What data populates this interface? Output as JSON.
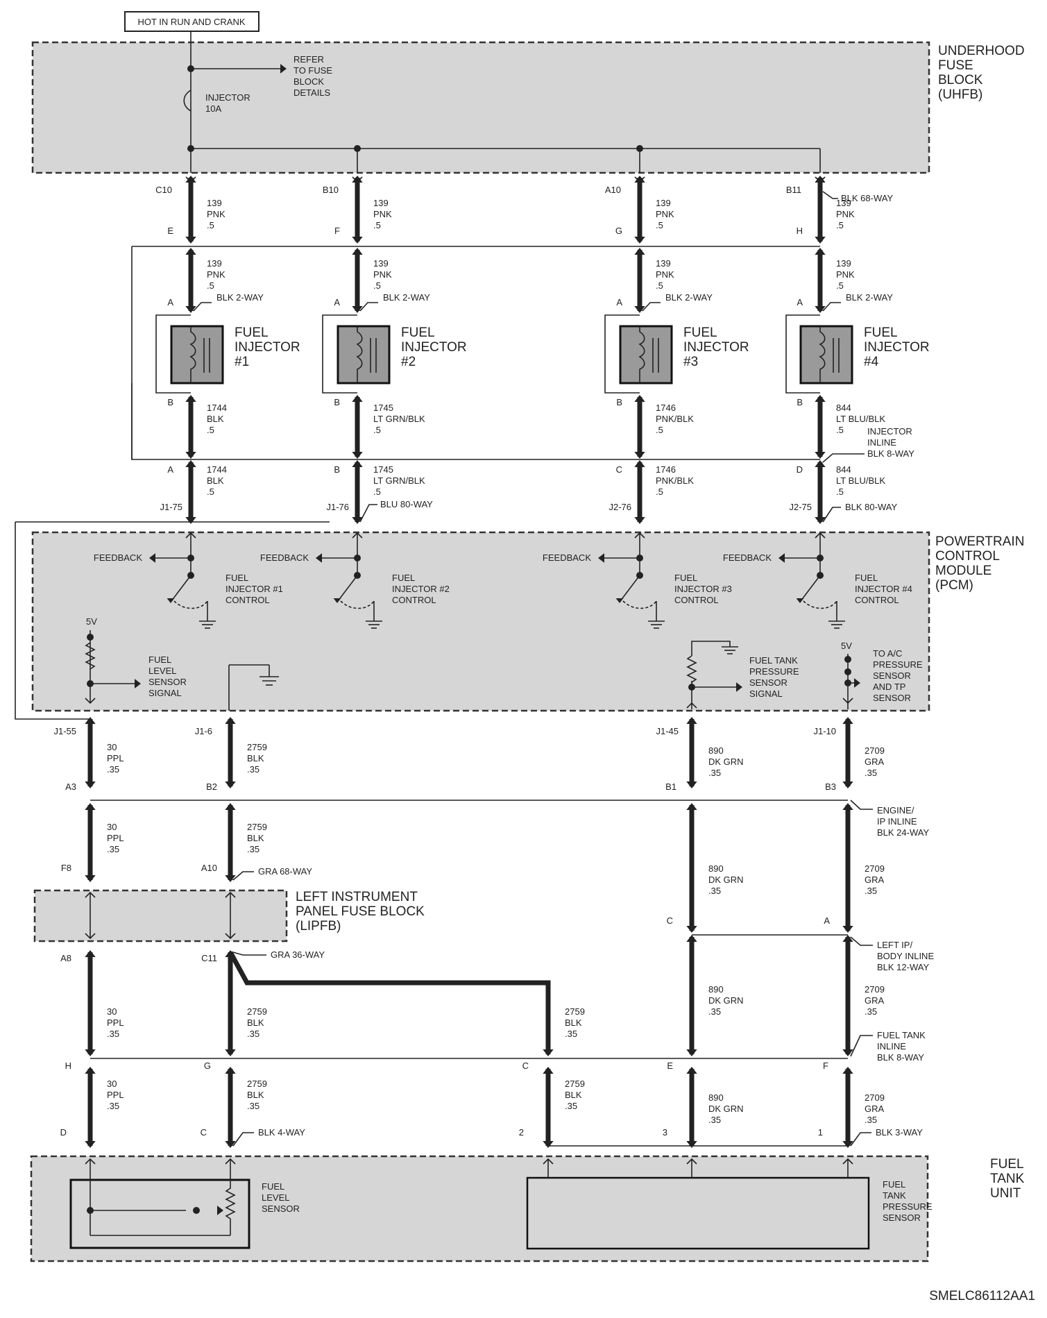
{
  "header": "HOT IN RUN AND CRANK",
  "footer_code": "SMELC86112AA1",
  "uhfb": {
    "label": [
      "UNDERHOOD",
      "FUSE",
      "BLOCK",
      "(UHFB)"
    ],
    "refer": [
      "REFER",
      "TO FUSE",
      "BLOCK",
      "DETAILS"
    ],
    "fuse": [
      "INJECTOR",
      "10A"
    ]
  },
  "connectors": {
    "blk68": "BLK 68-WAY",
    "blk2": "BLK 2-WAY",
    "inline8": [
      "INJECTOR",
      "INLINE",
      "BLK 8-WAY"
    ],
    "blu80": "BLU 80-WAY",
    "blk80": "BLK 80-WAY",
    "engine_ip": [
      "ENGINE/",
      "IP INLINE",
      "BLK 24-WAY"
    ],
    "gra68": "GRA 68-WAY",
    "gra36": "GRA 36-WAY",
    "left_ip_body": [
      "LEFT IP/",
      "BODY INLINE",
      "BLK 12-WAY"
    ],
    "fuel_tank_inline": [
      "FUEL TANK",
      "INLINE",
      "BLK 8-WAY"
    ],
    "blk4": "BLK 4-WAY",
    "blk3": "BLK 3-WAY"
  },
  "injectors": [
    {
      "title": [
        "FUEL",
        "INJECTOR",
        "#1"
      ],
      "pin_top": "C10",
      "pin_e": "E",
      "pin_a": "A",
      "pin_b": "B",
      "pin_inline": "A",
      "pin_pcm": "J1-75",
      "wire_top": [
        "139",
        "PNK",
        ".5"
      ],
      "wire_mid": [
        "139",
        "PNK",
        ".5"
      ],
      "wire_low": [
        "1744",
        "BLK",
        ".5"
      ],
      "wire_pcm": [
        "1744",
        "BLK",
        ".5"
      ],
      "feedback": "FEEDBACK",
      "control": [
        "FUEL",
        "INJECTOR #1",
        "CONTROL"
      ]
    },
    {
      "title": [
        "FUEL",
        "INJECTOR",
        "#2"
      ],
      "pin_top": "B10",
      "pin_e": "F",
      "pin_a": "A",
      "pin_b": "B",
      "pin_inline": "B",
      "pin_pcm": "J1-76",
      "wire_top": [
        "139",
        "PNK",
        ".5"
      ],
      "wire_mid": [
        "139",
        "PNK",
        ".5"
      ],
      "wire_low": [
        "1745",
        "LT GRN/BLK",
        ".5"
      ],
      "wire_pcm": [
        "1745",
        "LT GRN/BLK",
        ".5"
      ],
      "feedback": "FEEDBACK",
      "control": [
        "FUEL",
        "INJECTOR #2",
        "CONTROL"
      ]
    },
    {
      "title": [
        "FUEL",
        "INJECTOR",
        "#3"
      ],
      "pin_top": "A10",
      "pin_e": "G",
      "pin_a": "A",
      "pin_b": "B",
      "pin_inline": "C",
      "pin_pcm": "J2-76",
      "wire_top": [
        "139",
        "PNK",
        ".5"
      ],
      "wire_mid": [
        "139",
        "PNK",
        ".5"
      ],
      "wire_low": [
        "1746",
        "PNK/BLK",
        ".5"
      ],
      "wire_pcm": [
        "1746",
        "PNK/BLK",
        ".5"
      ],
      "feedback": "FEEDBACK",
      "control": [
        "FUEL",
        "INJECTOR #3",
        "CONTROL"
      ]
    },
    {
      "title": [
        "FUEL",
        "INJECTOR",
        "#4"
      ],
      "pin_top": "B11",
      "pin_e": "H",
      "pin_a": "A",
      "pin_b": "B",
      "pin_inline": "D",
      "pin_pcm": "J2-75",
      "wire_top": [
        "139",
        "PNK",
        ".5"
      ],
      "wire_mid": [
        "139",
        "PNK",
        ".5"
      ],
      "wire_low": [
        "844",
        "LT BLU/BLK",
        ".5"
      ],
      "wire_pcm": [
        "844",
        "LT BLU/BLK",
        ".5"
      ],
      "feedback": "FEEDBACK",
      "control": [
        "FUEL",
        "INJECTOR #4",
        "CONTROL"
      ]
    }
  ],
  "pcm": {
    "label": [
      "POWERTRAIN",
      "CONTROL",
      "MODULE",
      "(PCM)"
    ],
    "v5_left": "5V",
    "v5_right": "5V",
    "fuel_level_signal": [
      "FUEL",
      "LEVEL",
      "SENSOR",
      "SIGNAL"
    ],
    "tank_pressure_signal": [
      "FUEL TANK",
      "PRESSURE",
      "SENSOR",
      "SIGNAL"
    ],
    "to_ac": [
      "TO A/C",
      "PRESSURE",
      "SENSOR",
      "AND TP",
      "SENSOR"
    ]
  },
  "lower": {
    "c1": {
      "pin_pcm": "J1-55",
      "pin_a": "A3",
      "pin_f": "F8",
      "pin_lipfb": "A8",
      "pin_h": "H",
      "pin_d": "D",
      "wire": [
        "30",
        "PPL",
        ".35"
      ]
    },
    "c2": {
      "pin_pcm": "J1-6",
      "pin_b": "B2",
      "pin_a": "A10",
      "pin_lipfb": "C11",
      "pin_g": "G",
      "pin_c": "C",
      "wire": [
        "2759",
        "BLK",
        ".35"
      ]
    },
    "c3": {
      "pin_c": "C",
      "pin_2": "2",
      "wire": [
        "2759",
        "BLK",
        ".35"
      ]
    },
    "c4": {
      "pin_pcm": "J1-45",
      "pin_b": "B1",
      "pin_c": "C",
      "pin_e": "E",
      "pin_3": "3",
      "wire": [
        "890",
        "DK GRN",
        ".35"
      ]
    },
    "c5": {
      "pin_pcm": "J1-10",
      "pin_b": "B3",
      "pin_a": "A",
      "pin_f": "F",
      "pin_1": "1",
      "wire": [
        "2709",
        "GRA",
        ".35"
      ]
    }
  },
  "lipfb": {
    "label": [
      "LEFT INSTRUMENT",
      "PANEL FUSE BLOCK",
      "(LIPFB)"
    ]
  },
  "tank": {
    "label": [
      "FUEL",
      "TANK",
      "UNIT"
    ],
    "level_sensor": [
      "FUEL",
      "LEVEL",
      "SENSOR"
    ],
    "pressure_sensor": [
      "FUEL",
      "TANK",
      "PRESSURE",
      "SENSOR"
    ]
  }
}
